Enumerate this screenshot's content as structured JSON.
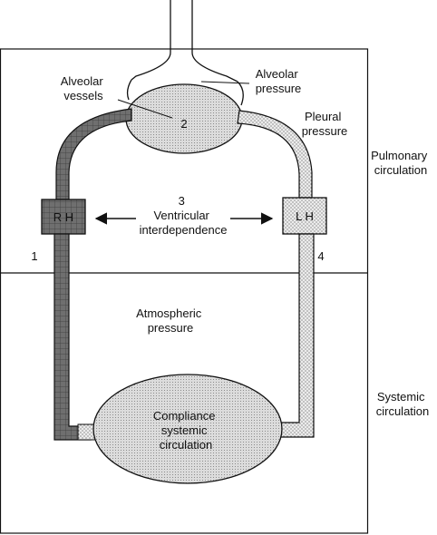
{
  "labels": {
    "alveolar_vessels": [
      "Alveolar",
      "vessels"
    ],
    "alveolar_pressure": [
      "Alveolar",
      "pressure"
    ],
    "pleural_pressure": [
      "Pleural",
      "pressure"
    ],
    "pulmonary_circulation": [
      "Pulmonary",
      "circulation"
    ],
    "systemic_circulation": [
      "Systemic",
      "circulation"
    ],
    "atmospheric_pressure": [
      "Atmospheric",
      "pressure"
    ],
    "ventricular_interdependence": [
      "3",
      "Ventricular",
      "interdependence"
    ],
    "compliance": [
      "Compliance",
      "systemic",
      "circulation"
    ],
    "right_heart": "R H",
    "left_heart": "L H",
    "num_alveolar_vessels": "2",
    "num_right_heart": "1",
    "num_left_heart": "4"
  },
  "colors": {
    "stroke": "#111111",
    "right_side_fill": "#6f6f6f",
    "left_side_fill": "#e2e2e2",
    "alveolus_fill": "#d9d9d9",
    "compliance_fill": "#d9d9d9"
  }
}
